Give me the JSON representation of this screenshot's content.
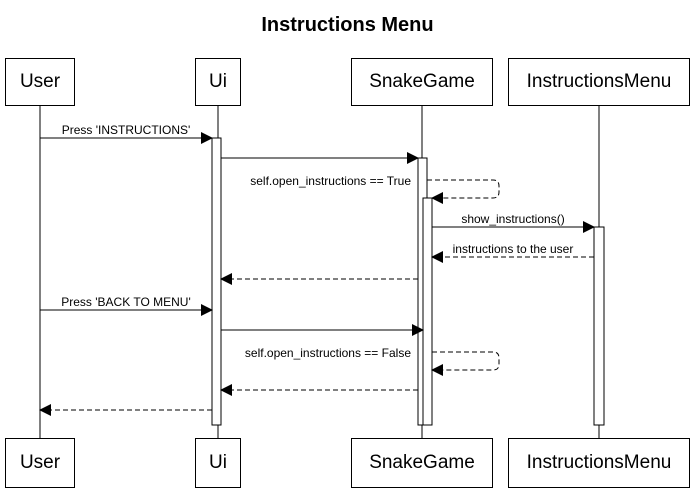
{
  "title": "Instructions Menu",
  "participants": [
    {
      "id": "user",
      "label": "User"
    },
    {
      "id": "ui",
      "label": "Ui"
    },
    {
      "id": "snakegame",
      "label": "SnakeGame"
    },
    {
      "id": "instructionsmenu",
      "label": "InstructionsMenu"
    }
  ],
  "messages": [
    {
      "from": "User",
      "to": "Ui",
      "label": "Press 'INSTRUCTIONS'",
      "style": "solid"
    },
    {
      "from": "Ui",
      "to": "SnakeGame",
      "label": "",
      "style": "solid"
    },
    {
      "from": "SnakeGame",
      "to": "SnakeGame",
      "label": "self.open_instructions == True",
      "style": "dashed"
    },
    {
      "from": "SnakeGame",
      "to": "InstructionsMenu",
      "label": "show_instructions()",
      "style": "solid"
    },
    {
      "from": "InstructionsMenu",
      "to": "SnakeGame",
      "label": "instructions to the user",
      "style": "dashed"
    },
    {
      "from": "SnakeGame",
      "to": "Ui",
      "label": "",
      "style": "dashed"
    },
    {
      "from": "User",
      "to": "Ui",
      "label": "Press 'BACK TO MENU'",
      "style": "solid"
    },
    {
      "from": "Ui",
      "to": "SnakeGame",
      "label": "",
      "style": "solid"
    },
    {
      "from": "SnakeGame",
      "to": "SnakeGame",
      "label": "self.open_instructions == False",
      "style": "dashed"
    },
    {
      "from": "SnakeGame",
      "to": "Ui",
      "label": "",
      "style": "dashed"
    },
    {
      "from": "Ui",
      "to": "User",
      "label": "",
      "style": "dashed"
    }
  ]
}
